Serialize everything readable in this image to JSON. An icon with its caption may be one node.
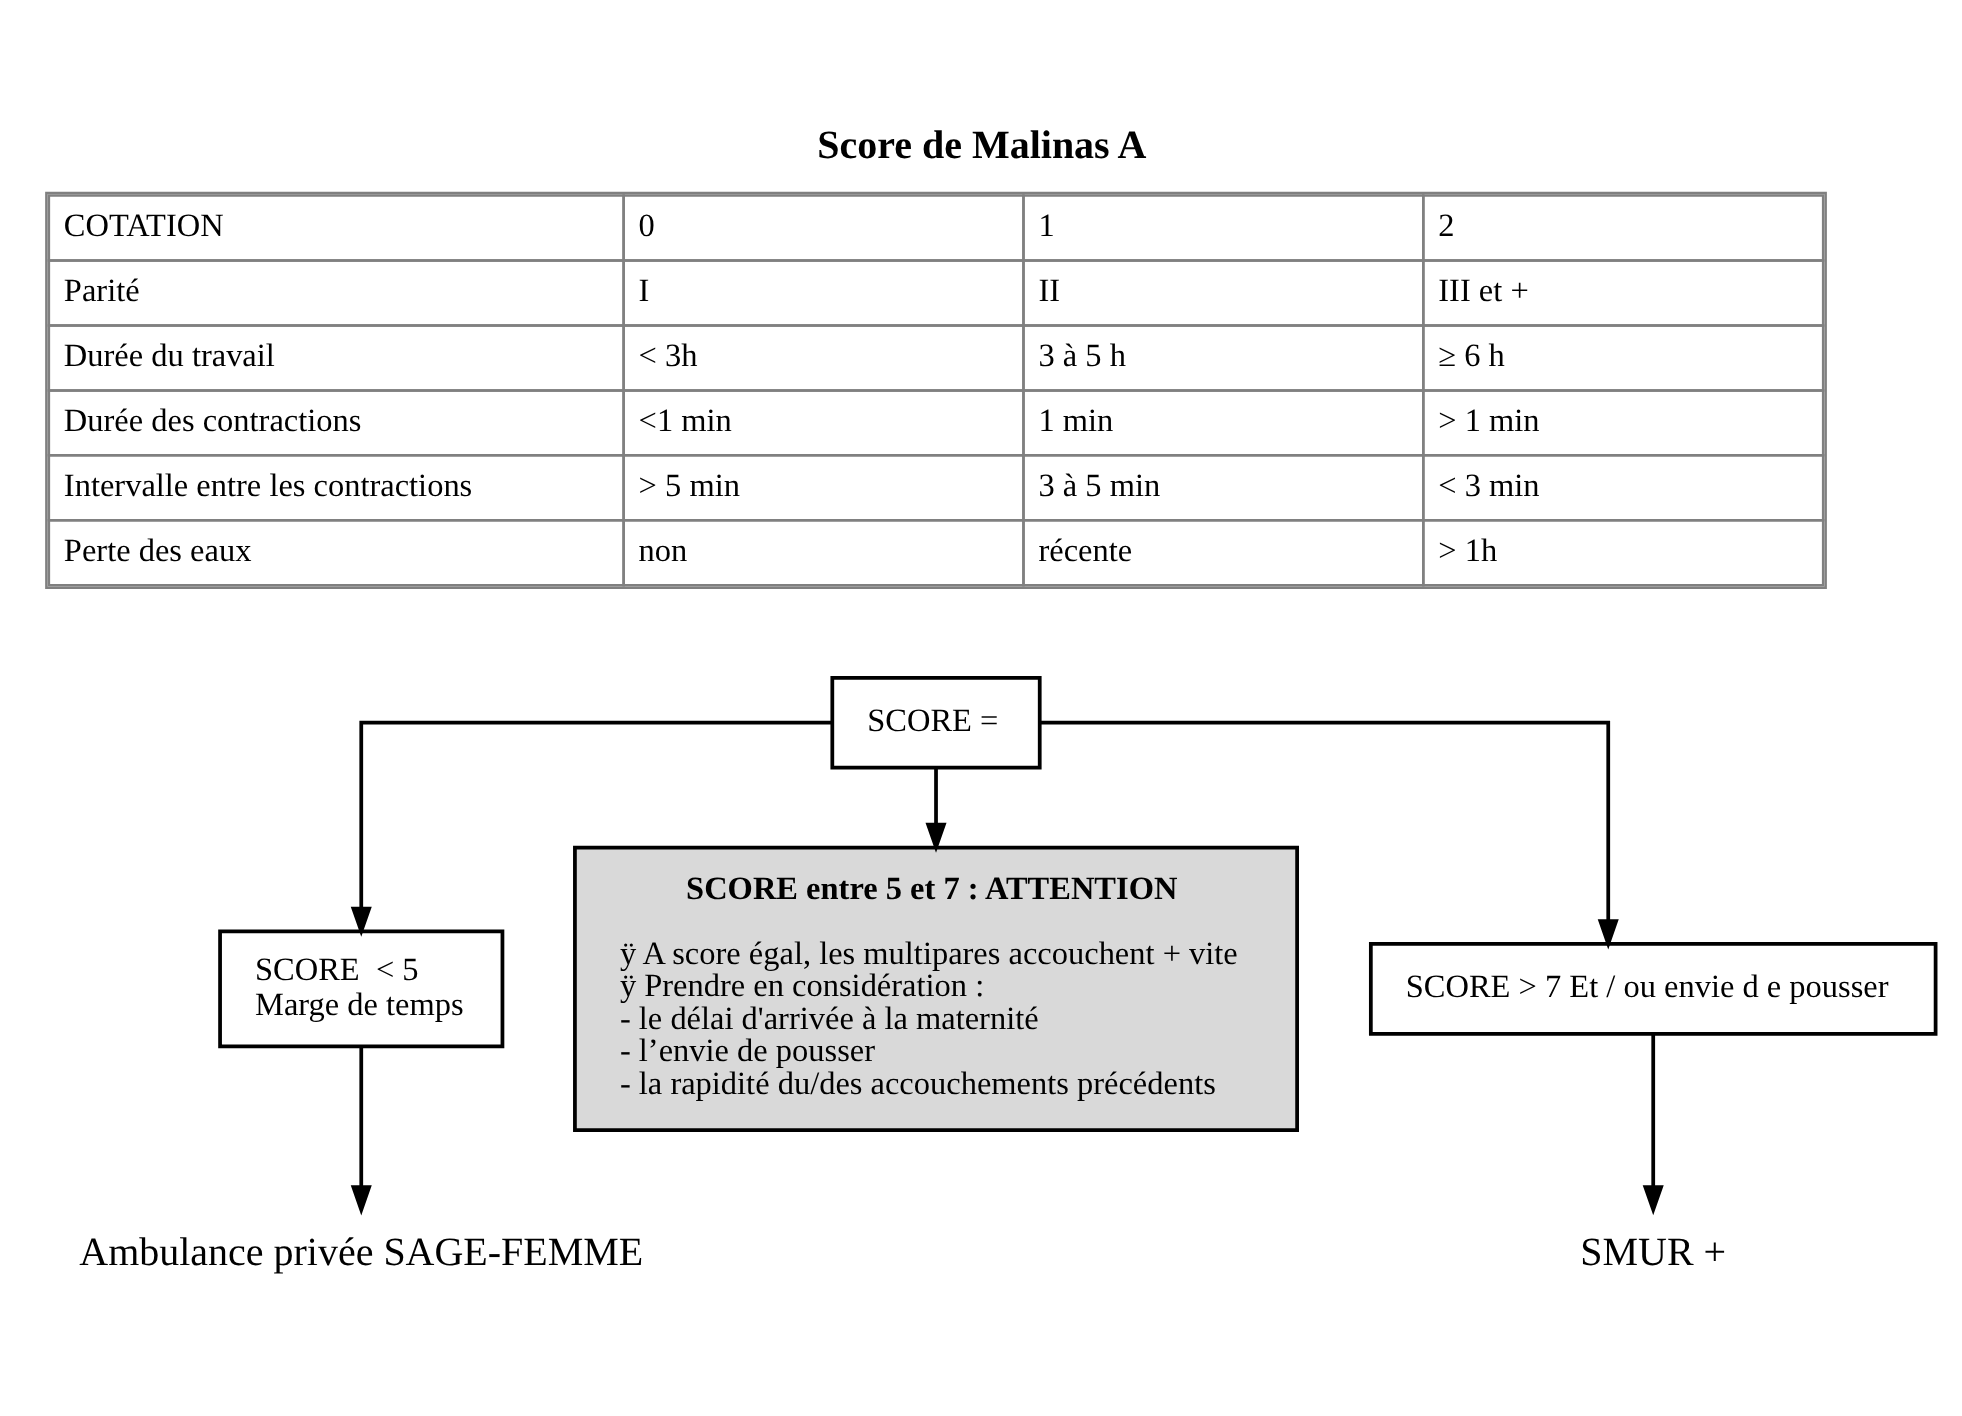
{
  "diagram": {
    "title": "Score de Malinas A",
    "nodes": [
      {
        "text": [
          "SCORE ="
        ]
      },
      {
        "text": [
          "SCORE  < 5",
          "Marge de temps"
        ]
      },
      {
        "text": [
          "SCORE entre 5 et 7 : ATTENTION",
          "ÿ A score égal, les multipares accouchent + vite",
          "ÿ Prendre en considération :",
          "- le délai d'arrivée à la maternité",
          "- l’envie de pousser",
          "- la rapidité du/des accouchements précédents"
        ]
      },
      {
        "text": [
          "SCORE > 7 Et / ou envie d e pousser"
        ]
      },
      {
        "text": [
          "Ambulance privée SAGE-FEMME"
        ]
      },
      {
        "text": [
          "SMUR +"
        ]
      }
    ],
    "edges": [
      {
        "from": 0,
        "to": 1,
        "arrow": "to"
      },
      {
        "from": 0,
        "to": 2,
        "arrow": "to"
      },
      {
        "from": 0,
        "to": 3,
        "arrow": "to"
      },
      {
        "from": 1,
        "to": 4,
        "arrow": "to"
      },
      {
        "from": 3,
        "to": 5,
        "arrow": "to"
      }
    ],
    "labels": [
      "COTATION",
      "0",
      "1",
      "2",
      "Parité",
      "I",
      "II",
      "III et +",
      "Durée du travail",
      "< 3h",
      "3 à 5 h",
      "≥ 6 h",
      "Durée des contractions",
      "<1 min",
      "1 min",
      "> 1 min",
      "Intervalle entre les contractions",
      "> 5 min",
      "3 à 5 min",
      "< 3 min",
      "Perte des eaux",
      "non",
      "récente",
      "> 1h"
    ]
  }
}
